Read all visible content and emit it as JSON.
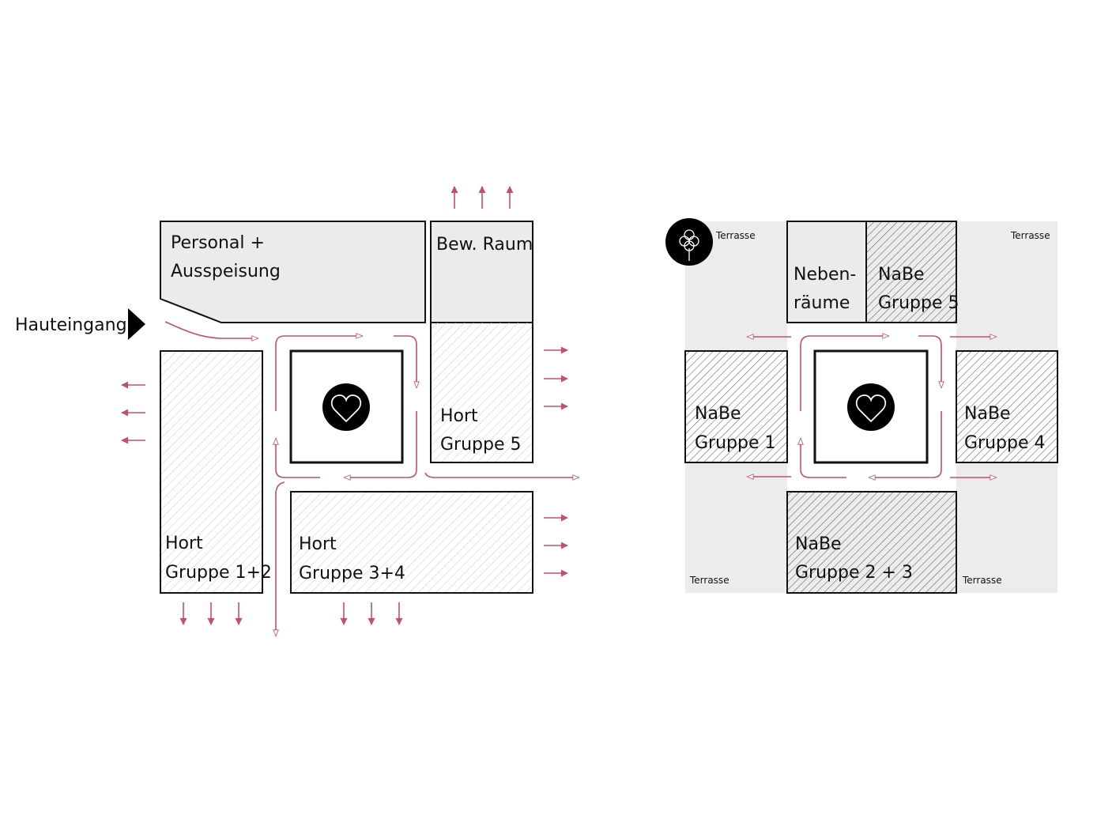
{
  "left_plan": {
    "entrance_label": "Hauteingang",
    "rooms": {
      "personal": [
        "Personal +",
        "Ausspeisung"
      ],
      "bew_raum": [
        "Bew. Raum"
      ],
      "hort5": [
        "Hort",
        "Gruppe 5"
      ],
      "hort12": [
        "Hort",
        "Gruppe 1+2"
      ],
      "hort34": [
        "Hort",
        "Gruppe 3+4"
      ]
    },
    "center_icon": "heart-icon"
  },
  "right_plan": {
    "terrace_label": "Terrasse",
    "rooms": {
      "nebenraume": [
        "Neben-",
        "räume"
      ],
      "nabe5": [
        "NaBe",
        "Gruppe 5"
      ],
      "nabe1": [
        "NaBe",
        "Gruppe 1"
      ],
      "nabe4": [
        "NaBe",
        "Gruppe 4"
      ],
      "nabe23": [
        "NaBe",
        "Gruppe 2 + 3"
      ]
    },
    "center_icon": "heart-icon",
    "corner_icon": "tree-icon"
  },
  "colors": {
    "accent": "#c0506e",
    "outline": "#111111",
    "fill_grey": "#ebebeb",
    "terrace_grey": "#ececec",
    "hatch_light": "#c8c8c8",
    "hatch_dark": "#555555"
  }
}
